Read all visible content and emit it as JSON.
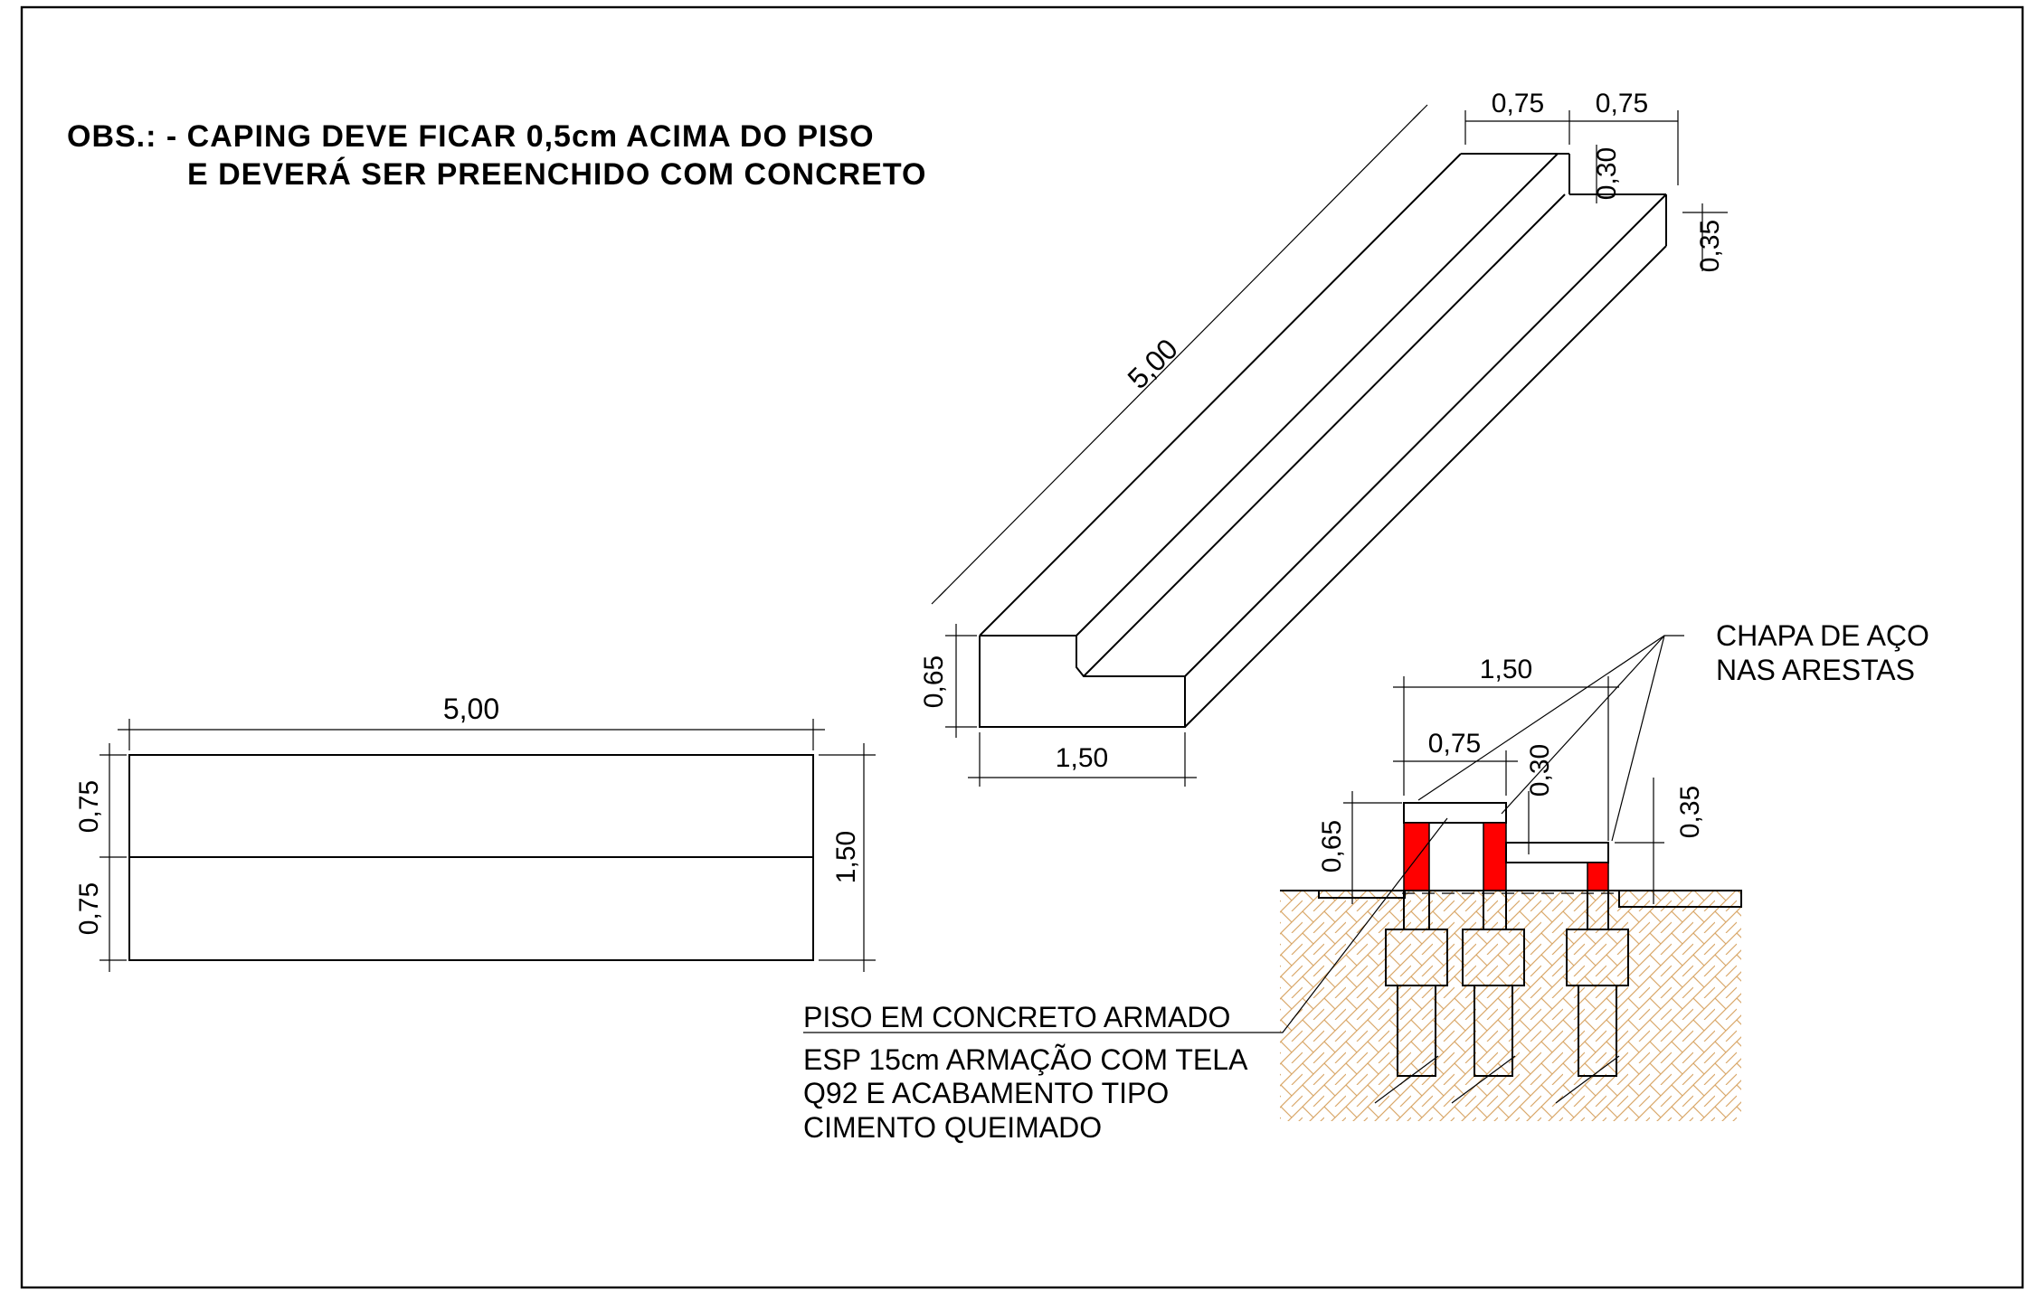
{
  "notes": {
    "obs_line1": "OBS.: - CAPING DEVE FICAR 0,5cm ACIMA DO PISO",
    "obs_line2": "E DEVERÁ SER PREENCHIDO COM CONCRETO"
  },
  "iso_view": {
    "length": "5,00",
    "top_width_1": "0,75",
    "top_width_2": "0,75",
    "step_height": "0,30",
    "low_height": "0,35",
    "total_height": "0,65",
    "total_width": "1,50"
  },
  "plan_view": {
    "length": "5,00",
    "width_upper": "0,75",
    "width_lower": "0,75",
    "total_width": "1,50"
  },
  "section_view": {
    "total_width": "1,50",
    "upper_width": "0,75",
    "step_height": "0,30",
    "low_height": "0,35",
    "total_height": "0,65",
    "label_steel_line1": "CHAPA DE AÇO",
    "label_steel_line2": "NAS ARESTAS",
    "label_floor_line1": "PISO EM CONCRETO ARMADO",
    "label_floor_line2": "ESP 15cm ARMAÇÃO COM TELA",
    "label_floor_line3": "Q92 E ACABAMENTO TIPO",
    "label_floor_line4": "CIMENTO QUEIMADO"
  },
  "colors": {
    "steel_plate": "#ff0000",
    "soil_hatch": "#d9a86a",
    "line": "#000000"
  }
}
